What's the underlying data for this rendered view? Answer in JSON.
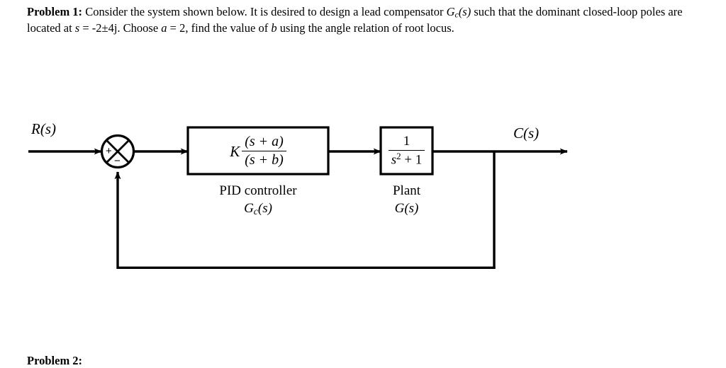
{
  "problem": {
    "lead": "Problem 1:",
    "body_part_1": " Consider the system shown below. It is desired to design a lead compensator ",
    "compensator_symbol_main": "G",
    "compensator_symbol_sub": "c",
    "compensator_symbol_tail": "(s)",
    "body_part_2": " such that the dominant closed-loop poles are located at ",
    "pole_variable": "s",
    "pole_value": " = -2±4j. Choose ",
    "param_a": "a",
    "param_a_value": " = 2, find the value of ",
    "param_b": "b",
    "body_part_3": " using the angle relation of root locus."
  },
  "diagram": {
    "input_label": "R(s)",
    "output_label": "C(s)",
    "summing_junction": {
      "name": "summing-junction",
      "plus_sign": "+",
      "minus_sign": "−"
    },
    "controller_block": {
      "gain": "K",
      "numerator": "(s + a)",
      "denominator": "(s + b)",
      "caption_line_1": "PID controller",
      "caption_line_2_main": "G",
      "caption_line_2_sub": "c",
      "caption_line_2_tail": "(s)"
    },
    "plant_block": {
      "numerator": "1",
      "denominator_base": "s",
      "denominator_exponent": "2",
      "denominator_tail": " + 1",
      "caption_line_1": "Plant",
      "caption_line_2": "G(s)"
    },
    "line_color": "#000000",
    "feedback_path": "unity"
  },
  "next_problem": {
    "label": "Problem 2:"
  }
}
